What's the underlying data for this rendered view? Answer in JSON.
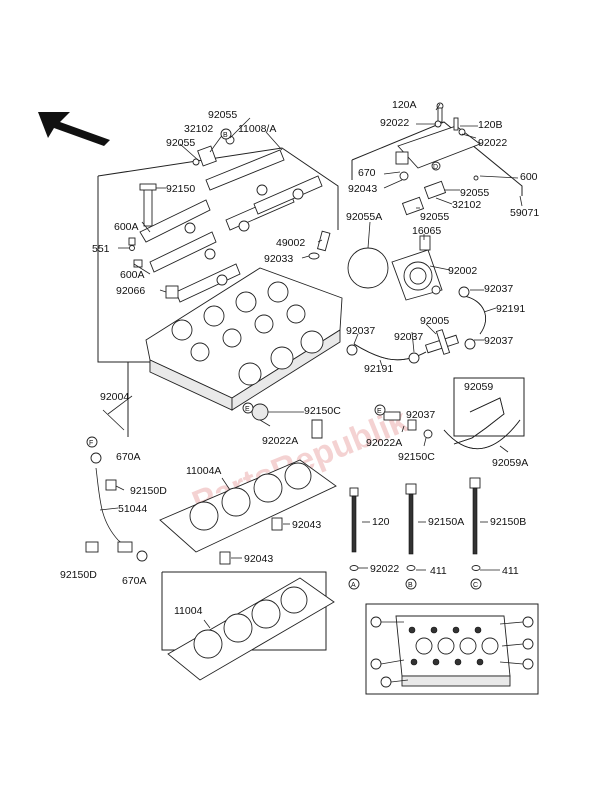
{
  "watermark": "PartsRepublik",
  "labels": {
    "p92055_top": "92055",
    "p32102_a": "32102",
    "p92055_b": "92055",
    "p11008A": "11008/A",
    "p92150_a": "92150",
    "p600A_a": "600A",
    "p551": "551",
    "p600A_b": "600A",
    "p92066": "92066",
    "p49002": "49002",
    "p92033": "92033",
    "p92004": "92004",
    "p92150C_a": "92150C",
    "p92022A_a": "92022A",
    "p670A_a": "670A",
    "p11004A": "11004A",
    "p92150D_a": "92150D",
    "p51044": "51044",
    "p92043_a": "92043",
    "p92043_b": "92043",
    "p92150D_b": "92150D",
    "p670A_b": "670A",
    "p11004": "11004",
    "p120A": "120A",
    "p92022_a": "92022",
    "p120B": "120B",
    "p92022_b": "92022",
    "p670": "670",
    "p92043_c": "92043",
    "p600": "600",
    "p92055_c": "92055",
    "p32102_b": "32102",
    "p92055_d": "92055",
    "p59071": "59071",
    "p16065": "16065",
    "p92055A": "92055A",
    "p92002": "92002",
    "p92037_a": "92037",
    "p92191_a": "92191",
    "p92037_b": "92037",
    "p92005": "92005",
    "p92037_c": "92037",
    "p92037_d": "92037",
    "p92191_b": "92191",
    "p92059": "92059",
    "p92037_e": "92037",
    "p92022A_b": "92022A",
    "p92150C_b": "92150C",
    "p92059A": "92059A",
    "p120": "120",
    "p92150A": "92150A",
    "p92150B": "92150B",
    "p92022_c": "92022",
    "p411_a": "411",
    "p411_b": "411"
  },
  "markers": {
    "A": "A",
    "B": "B",
    "C": "C",
    "D": "D",
    "E": "E",
    "F": "F"
  }
}
